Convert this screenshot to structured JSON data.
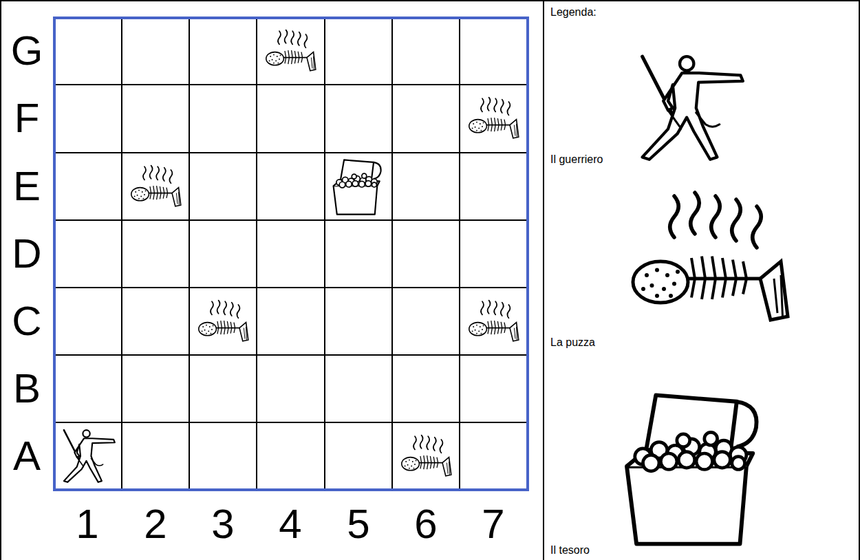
{
  "diagram": {
    "labels": [
      "Legenda:",
      "G",
      "F",
      "E",
      "D",
      "C",
      "B",
      "A",
      "1",
      "2",
      "3",
      "4",
      "5",
      "6",
      "7"
    ],
    "legend": [
      {
        "text": "Il guerriero"
      },
      {
        "text": "La puzza"
      },
      {
        "text": "Il tesoro"
      }
    ]
  }
}
